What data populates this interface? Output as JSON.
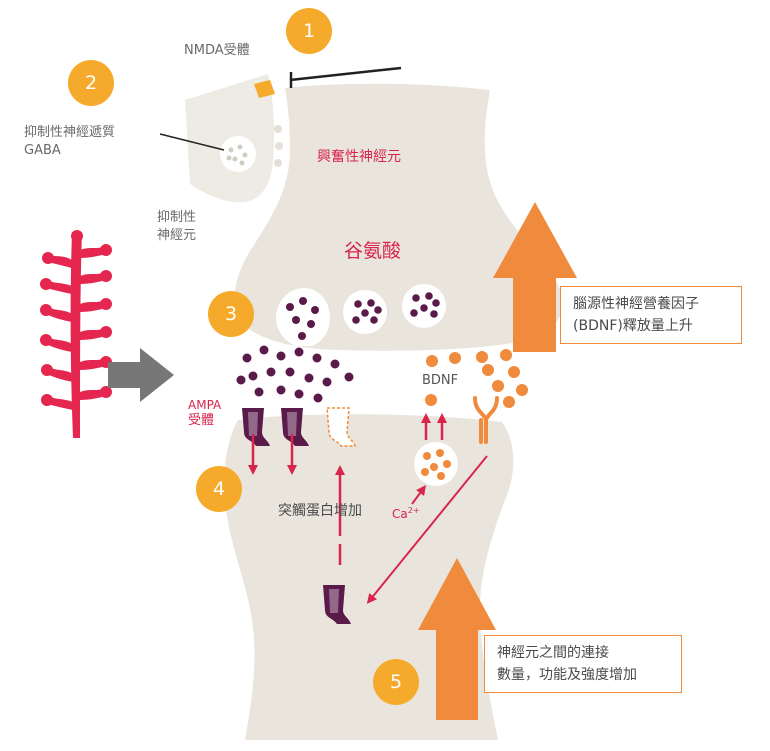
{
  "badges": [
    "1",
    "2",
    "3",
    "4",
    "5"
  ],
  "labels": {
    "nmda_receptor": "NMDA受體",
    "inhibitory_transmitter_line1": "抑制性神經遞質",
    "inhibitory_transmitter_line2": "GABA",
    "inhibitory_neuron_line1": "抑制性",
    "inhibitory_neuron_line2": "神經元",
    "excitatory_neuron": "興奮性神經元",
    "glutamate": "谷氨酸",
    "ampa_line1": "AMPA",
    "ampa_line2": "受體",
    "bdnf": "BDNF",
    "calcium_base": "Ca",
    "calcium_charge": "2+",
    "synaptic_protein": "突觸蛋白增加"
  },
  "callouts": {
    "bdnf_release_line1": "腦源性神經營養因子",
    "bdnf_release_line2": "(BDNF)釋放量上升",
    "connections_line1": "神經元之間的連接",
    "connections_line2": "數量，功能及強度增加"
  },
  "colors": {
    "neuron": "#e9e5dc",
    "vesicle_dots": "#5a1a4a",
    "bdnf_orange": "#f08a3c",
    "arrow_orange": "#f08a3c",
    "badge_yellow": "#f6aa2b",
    "red": "#d9254b",
    "grey_arrow": "#777777"
  },
  "icons": [
    "dendrite-icon",
    "nmda-receptor-icon",
    "ampa-receptor-icon",
    "trkb-receptor-icon",
    "vesicle-icon"
  ]
}
